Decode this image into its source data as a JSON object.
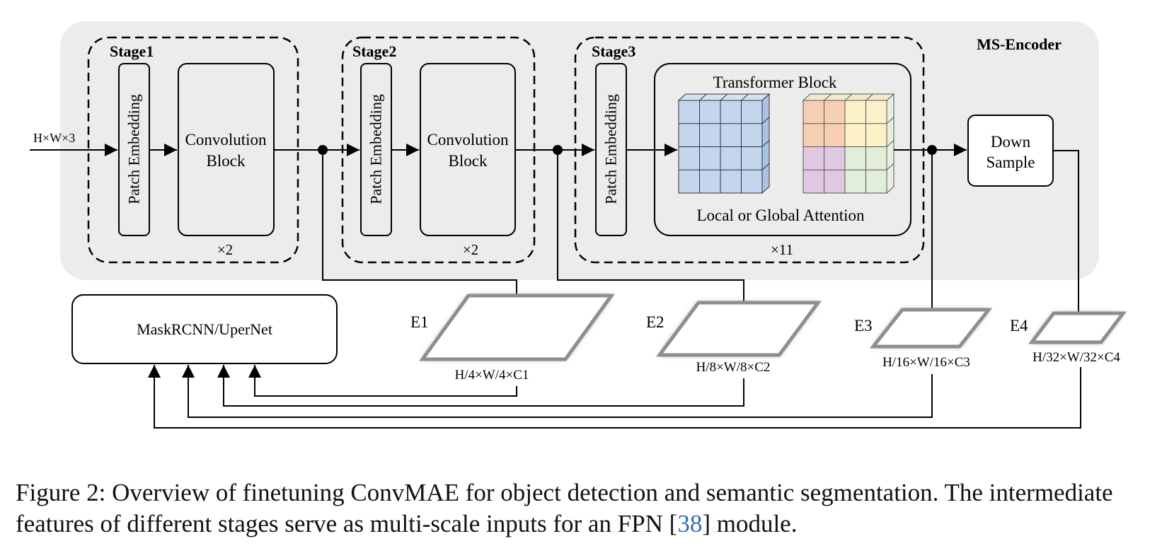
{
  "encoder": {
    "title": "MS-Encoder"
  },
  "input": {
    "label": "H×W×3"
  },
  "stages": [
    {
      "name": "Stage1",
      "patch": "Patch Embedding",
      "block_line1": "Convolution",
      "block_line2": "Block",
      "repeat": "×2"
    },
    {
      "name": "Stage2",
      "patch": "Patch Embedding",
      "block_line1": "Convolution",
      "block_line2": "Block",
      "repeat": "×2"
    },
    {
      "name": "Stage3",
      "patch": "Patch Embedding",
      "block_title": "Transformer Block",
      "block_subtitle": "Local or Global Attention",
      "repeat": "×11"
    }
  ],
  "downsample": {
    "line1": "Down",
    "line2": "Sample"
  },
  "head": {
    "label": "MaskRCNN/UperNet"
  },
  "features": [
    {
      "name": "E1",
      "shape": "H/4×W/4×C1"
    },
    {
      "name": "E2",
      "shape": "H/8×W/8×C2"
    },
    {
      "name": "E3",
      "shape": "H/16×W/16×C3"
    },
    {
      "name": "E4",
      "shape": "H/32×W/32×C4"
    }
  ],
  "colors": {
    "encoder_bg": "#ececec",
    "cube_blue": "#c3d6ee",
    "cube_orange": "#f6cfb2",
    "cube_yellow": "#fdf1c8",
    "cube_purple": "#e1c8e2",
    "cube_green": "#e2eed9",
    "ref_link": "#2f6db3"
  },
  "caption": {
    "text_before": "Figure 2: Overview of finetuning ConvMAE for object detection and semantic segmentation. The intermediate features of different stages serve as multi-scale inputs for an FPN [",
    "ref": "38",
    "text_after": "] module."
  }
}
